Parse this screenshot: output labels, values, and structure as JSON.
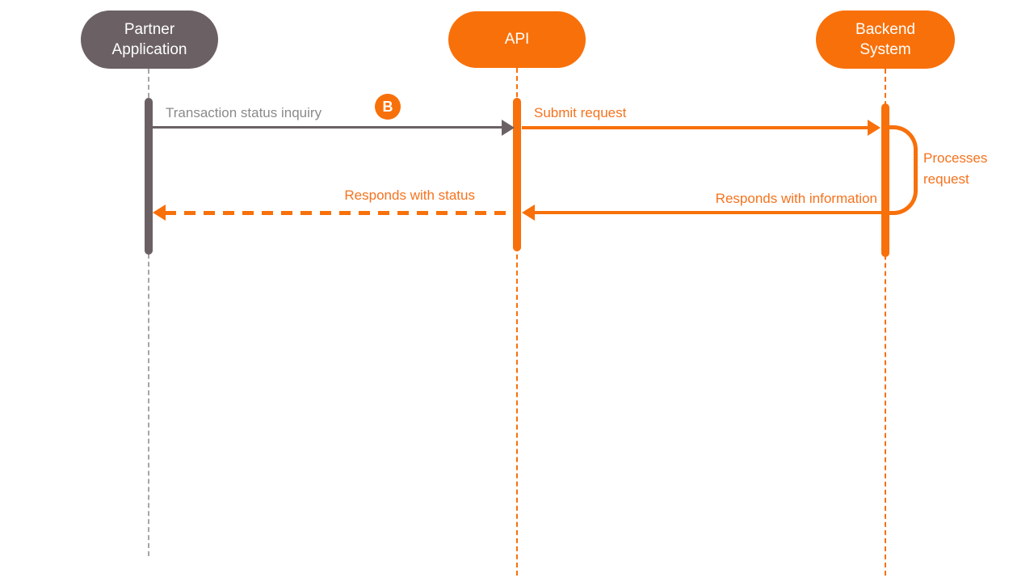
{
  "diagram_type": "sequence-diagram",
  "colors": {
    "orange": "#f8700a",
    "orange_text": "#f5731e",
    "gray": "#6b6164",
    "gray_text": "#8a8a8a",
    "lifeline_gray": "#aaa4a4",
    "white": "#ffffff"
  },
  "actors": [
    {
      "id": "partner",
      "label": "Partner Application",
      "fill": "#6b6164"
    },
    {
      "id": "api",
      "label": "API",
      "fill": "#f8700a"
    },
    {
      "id": "backend",
      "label": "Backend System",
      "fill": "#f8700a"
    }
  ],
  "messages": [
    {
      "label": "Transaction status inquiry",
      "from": "partner",
      "to": "api",
      "line": "solid",
      "color": "#6b6164",
      "badge": "B"
    },
    {
      "label": "Submit request",
      "from": "api",
      "to": "backend",
      "line": "solid",
      "color": "#f8700a",
      "badge": ""
    },
    {
      "label": "Responds with information",
      "from": "backend",
      "to": "api",
      "line": "solid",
      "color": "#f8700a",
      "badge": ""
    },
    {
      "label": "Responds with status",
      "from": "api",
      "to": "partner",
      "line": "dashed",
      "color": "#f8700a",
      "badge": ""
    }
  ],
  "self_action": {
    "label": "Processes request",
    "actor": "backend"
  }
}
